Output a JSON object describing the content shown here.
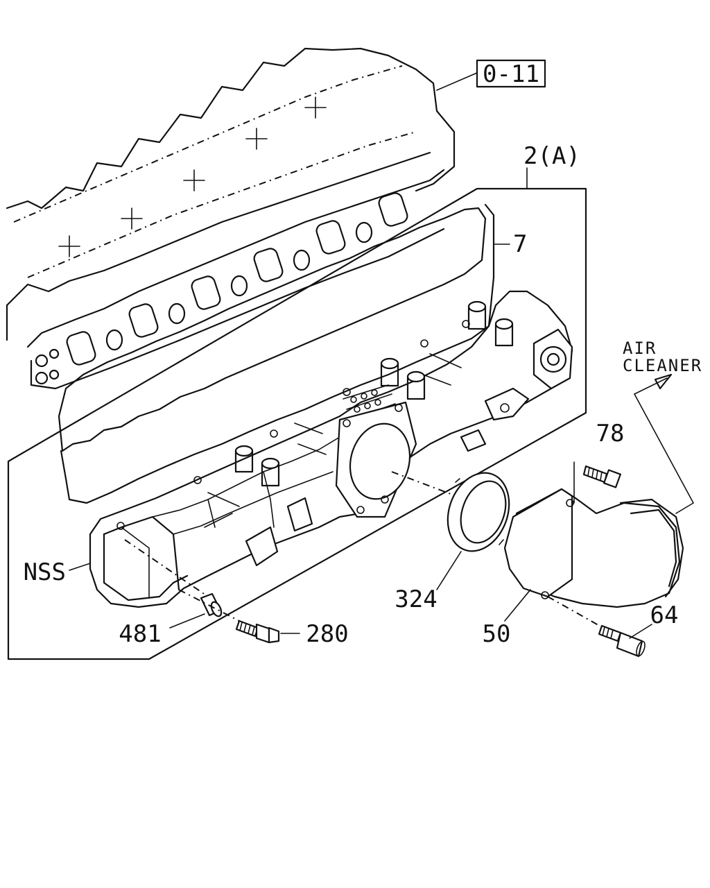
{
  "callouts": {
    "ref_box": "0-11",
    "assembly": "2(A)",
    "gasket": "7",
    "nss": "NSS",
    "seal": "324",
    "plug": "481",
    "bolt": "280",
    "duct": "50",
    "stud": "64",
    "duct_bolt": "78"
  },
  "direction_label": {
    "line1": "AIR",
    "line2": "CLEANER"
  }
}
